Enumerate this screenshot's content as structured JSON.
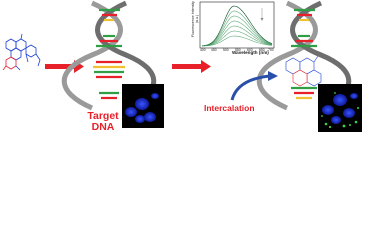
{
  "labels": {
    "target_line1": "Target",
    "target_line2": "DNA",
    "intercalation": "Intercalation"
  },
  "spectrum": {
    "xlabel": "Wavelength (nm)",
    "ylabel": "Fluorescence Intensity (a.u.)",
    "xticks": [
      "400",
      "450",
      "500",
      "550",
      "600",
      "650",
      "700"
    ],
    "curve_color": "#2f8f4f",
    "peak_color": "#0b4d2a"
  },
  "colors": {
    "arrow": "#e8202a",
    "dna_backbone": "#8a8a8a",
    "micrograph_bg": "#000000",
    "nucleus": "#2440ff",
    "green_signal": "#3fd14a",
    "intercalation_arrow": "#2a4fa8"
  },
  "icons": {
    "molecule": "molecule-structure-icon",
    "arrow": "right-arrow-icon"
  }
}
